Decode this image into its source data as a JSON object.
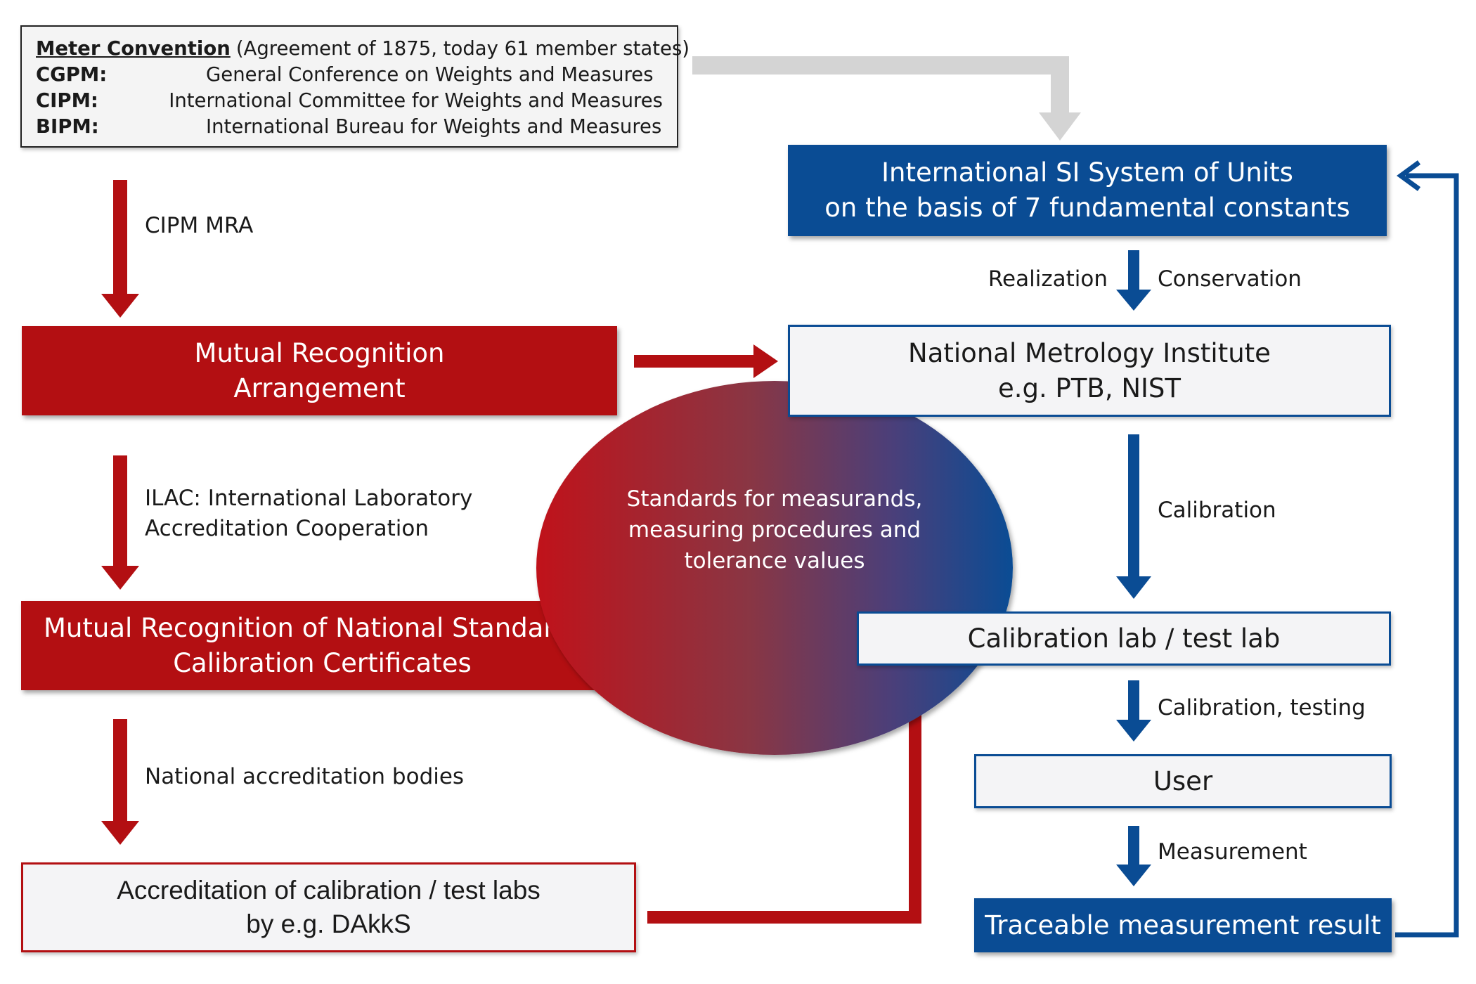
{
  "meter_convention": {
    "title": "Meter Convention",
    "note": "(Agreement of 1875, today 61 member states)",
    "rows": [
      {
        "key": "CGPM:",
        "value": "General Conference on Weights and Measures"
      },
      {
        "key": "CIPM:",
        "value": "International Committee for Weights and Measures"
      },
      {
        "key": "BIPM:",
        "value": "International Bureau for Weights and Measures"
      }
    ]
  },
  "left": {
    "arrow1_label": "CIPM MRA",
    "mra_box": [
      "Mutual Recognition",
      "Arrangement"
    ],
    "arrow2_label": [
      "ILAC: International Laboratory",
      "Accreditation Cooperation"
    ],
    "mutual_box": [
      "Mutual Recognition of National Standards /",
      "Calibration Certificates"
    ],
    "arrow3_label": "National accreditation bodies",
    "accreditation_box": [
      "Accreditation of calibration / test labs",
      "by e.g. DAkkS"
    ]
  },
  "center": {
    "ellipse_text": [
      "Standards for measurands,",
      "measuring procedures and",
      "tolerance values"
    ]
  },
  "right": {
    "si_box": [
      "International SI System of Units",
      "on the basis of 7 fundamental constants"
    ],
    "realization_label": "Realization",
    "conservation_label": "Conservation",
    "nmi_box": [
      "National Metrology Institute",
      "e.g. PTB, NIST"
    ],
    "calibration_label": "Calibration",
    "lab_box": "Calibration lab / test lab",
    "calibration_testing_label": "Calibration, testing",
    "user_box": "User",
    "measurement_label": "Measurement",
    "result_box": "Traceable measurement result"
  },
  "colors": {
    "red": "#b30f12",
    "blue": "#0a4c94",
    "gray_arrow": "#d4d4d4"
  }
}
